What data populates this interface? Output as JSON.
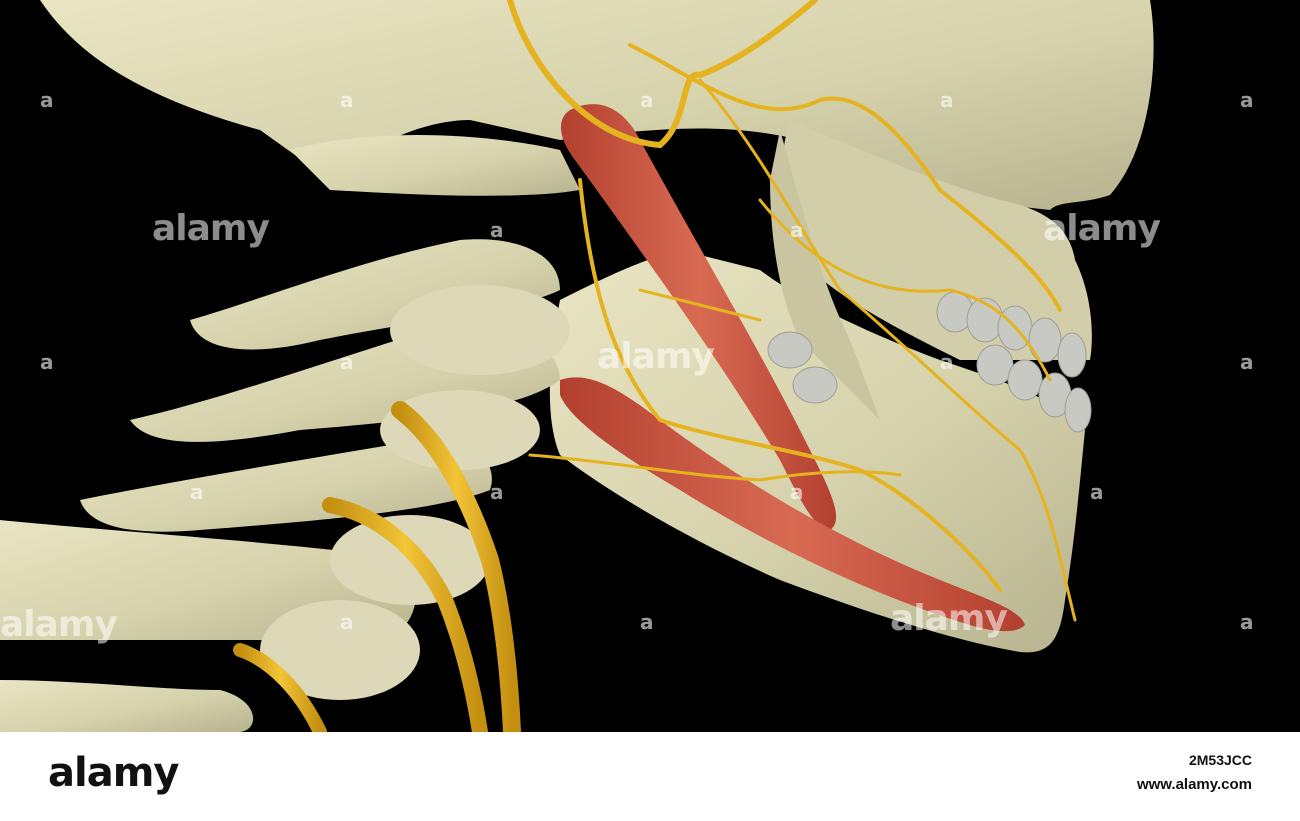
{
  "watermark": {
    "logo_text": "alamy",
    "mark": "a"
  },
  "footer": {
    "brand": "alamy",
    "image_id": "2M53JCC",
    "site_url": "www.alamy.com"
  },
  "colors": {
    "background": "#000000",
    "bone": "#d9d6b0",
    "muscle": "#c8503c",
    "nerve": "#e6b320",
    "teeth": "#c9c9c3",
    "footer_bg": "#ffffff"
  }
}
